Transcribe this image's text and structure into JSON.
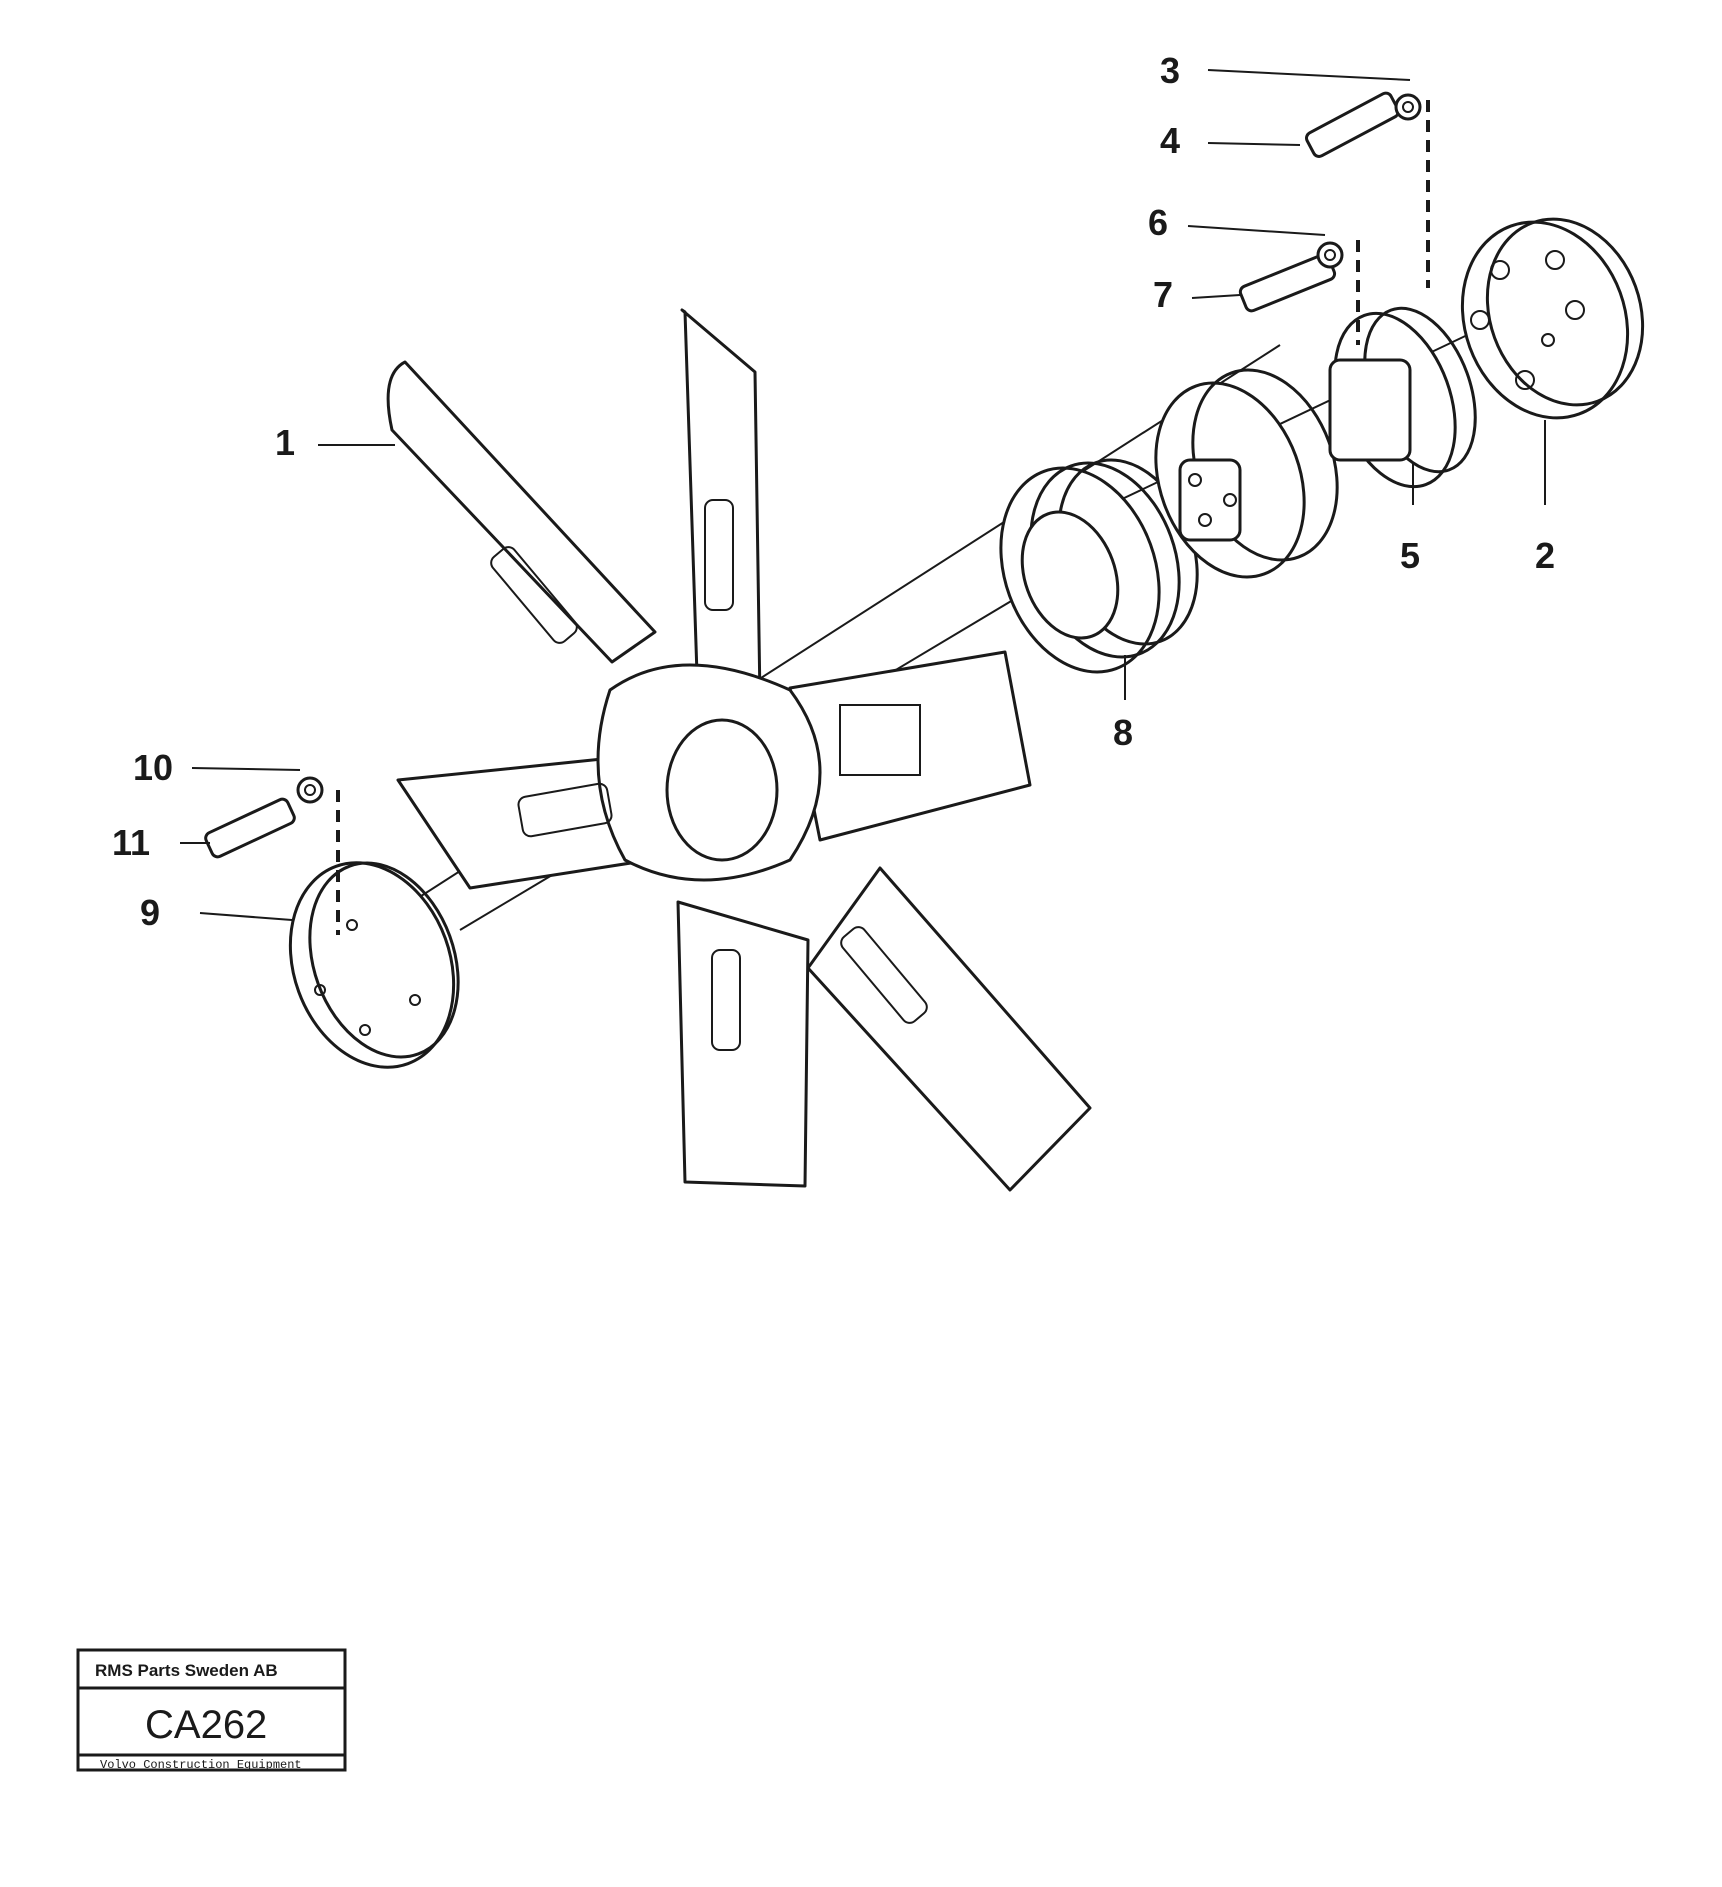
{
  "diagram": {
    "callouts": [
      "1",
      "2",
      "3",
      "4",
      "5",
      "6",
      "7",
      "8",
      "9",
      "10",
      "11"
    ]
  },
  "title_block": {
    "company": "RMS Parts Sweden AB",
    "code": "CA262",
    "footer": "Volvo Construction Equipment"
  }
}
